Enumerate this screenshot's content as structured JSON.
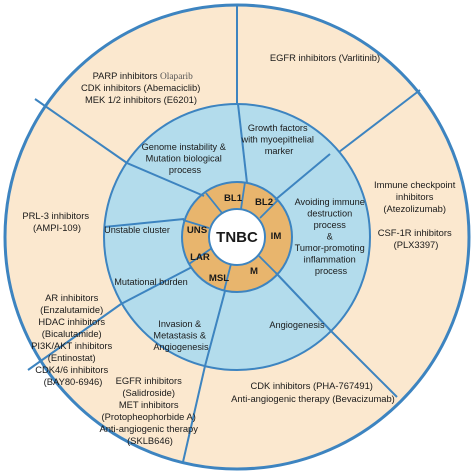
{
  "colors": {
    "outer_fill": "#fbe8cf",
    "middle_fill": "#b3dcec",
    "subtype_fill": "#e8b56d",
    "center_fill": "#ffffff",
    "stroke": "#3d84c0"
  },
  "center": {
    "label": "TNBC"
  },
  "subtypes": [
    {
      "id": "bl1",
      "label": "BL1"
    },
    {
      "id": "bl2",
      "label": "BL2"
    },
    {
      "id": "im",
      "label": "IM"
    },
    {
      "id": "m",
      "label": "M"
    },
    {
      "id": "msl",
      "label": "MSL"
    },
    {
      "id": "lar",
      "label": "LAR"
    },
    {
      "id": "uns",
      "label": "UNS"
    }
  ],
  "mechanisms": [
    {
      "id": "genome",
      "lines": [
        "Genome instability &",
        "Mutation biological",
        "process"
      ]
    },
    {
      "id": "growth",
      "lines": [
        "Growth factors",
        "with myoepithelial",
        "marker"
      ]
    },
    {
      "id": "immune",
      "lines": [
        "Avoiding immune",
        "destruction",
        "process",
        "&",
        "Tumor-promoting",
        "inflammation",
        "process"
      ]
    },
    {
      "id": "angiogenesis",
      "lines": [
        "Angiogenesis"
      ]
    },
    {
      "id": "invasion",
      "lines": [
        "Invasion &",
        "Metastasis &",
        "Angiogenesis"
      ]
    },
    {
      "id": "mutational",
      "lines": [
        "Mutational burden"
      ]
    },
    {
      "id": "unstable",
      "lines": [
        "Unstable cluster"
      ]
    }
  ],
  "therapies": [
    {
      "id": "parp",
      "lines": [
        "PARP inhibitors ",
        "CDK inhibitors (Abemaciclib)",
        "MEK 1/2 inhibitors (E6201)"
      ],
      "drug": "Olaparib"
    },
    {
      "id": "egfr1",
      "lines": [
        "EGFR inhibitors (Varlitinib)"
      ]
    },
    {
      "id": "checkpoint",
      "lines": [
        "Immune checkpoint",
        "inhibitors",
        "(Atezolizumab)",
        "",
        "CSF-1R inhibitors",
        "(PLX3397)"
      ]
    },
    {
      "id": "cdk",
      "lines": [
        "CDK inhibitors (PHA-767491)",
        "Anti-angiogenic therapy (Bevacizumab)"
      ]
    },
    {
      "id": "egfr2",
      "lines": [
        "EGFR inhibitors",
        "(Salidroside)",
        "MET inhibitors",
        "(Protopheophorbide A)",
        "Anti-angiogenic therapy",
        "(SKLB646)"
      ]
    },
    {
      "id": "ar",
      "lines": [
        "AR inhibitors",
        "(Enzalutamide)",
        "HDAC inhibitors",
        "(Bicalutamide)",
        "PI3K/AKT inhibitors",
        "(Entinostat)",
        "CDK4/6 inhibitors",
        "(BAY80-6946)"
      ]
    },
    {
      "id": "prl3",
      "lines": [
        "PRL-3 inhibitors",
        "(AMPI-109)"
      ]
    }
  ]
}
